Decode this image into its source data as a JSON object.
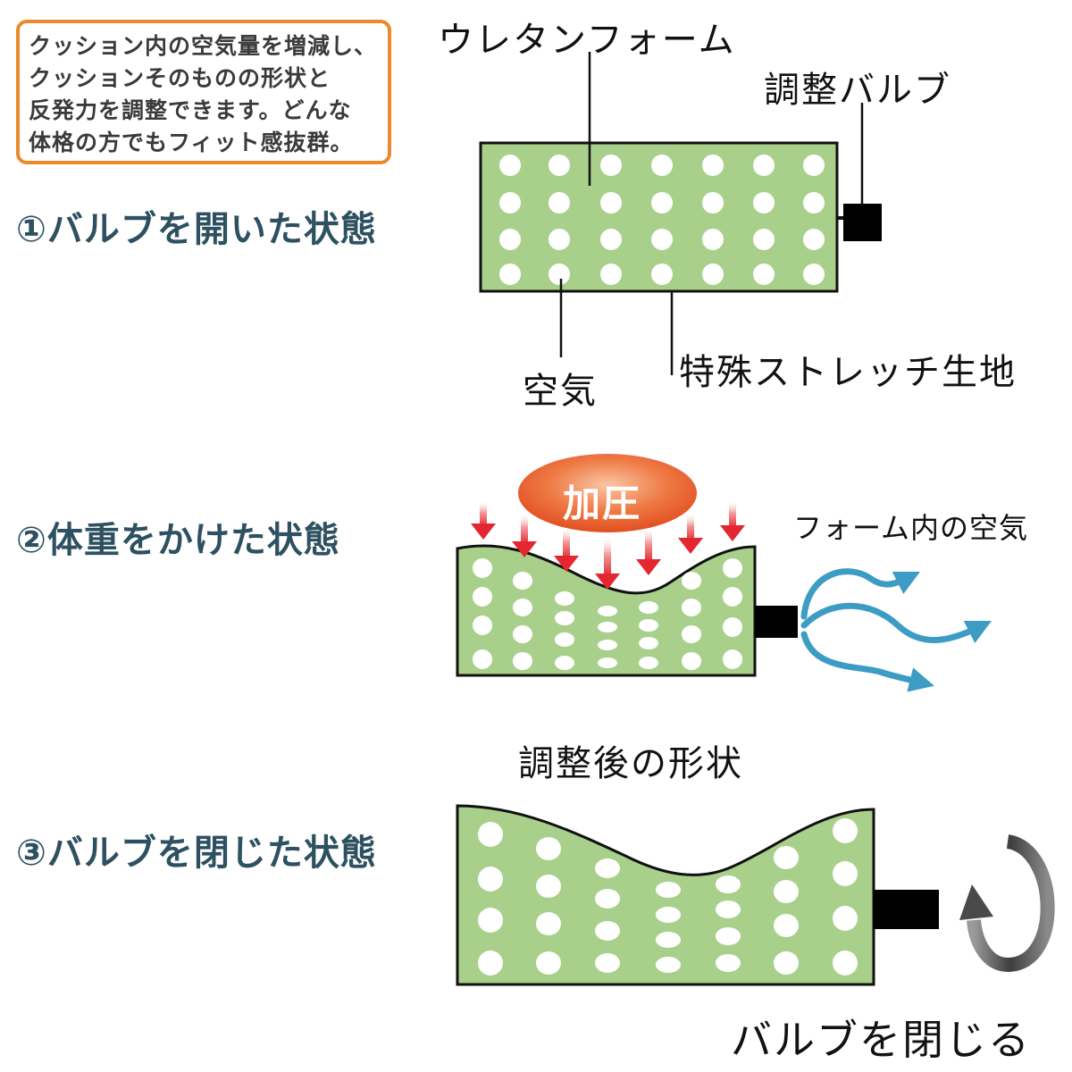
{
  "note": {
    "lines": [
      "クッション内の空気量を増減し、",
      "クッションそのものの形状と",
      "反発力を調整できます。どんな",
      "体格の方でもフィット感抜群。"
    ]
  },
  "states": {
    "s1": "①バルブを開いた状態",
    "s2": "②体重をかけた状態",
    "s3": "③バルブを閉じた状態"
  },
  "labels": {
    "urethane_foam": "ウレタンフォーム",
    "valve": "調整バルブ",
    "air": "空気",
    "fabric": "特殊ストレッチ生地",
    "pressure": "加圧",
    "foam_air": "フォーム内の空気",
    "adjusted_shape": "調整後の形状",
    "close_valve": "バルブを閉じる"
  },
  "colors": {
    "foam": "#a8d08b",
    "outline": "#111111",
    "dot": "#ffffff",
    "note_border": "#ea8a2a",
    "state_text": "#2d5161",
    "pressure_fill": "#e9602f",
    "arrow_red": "#e8383d",
    "air_blue": "#3d9cc4",
    "rotate_gray": "#6e6e6e"
  }
}
